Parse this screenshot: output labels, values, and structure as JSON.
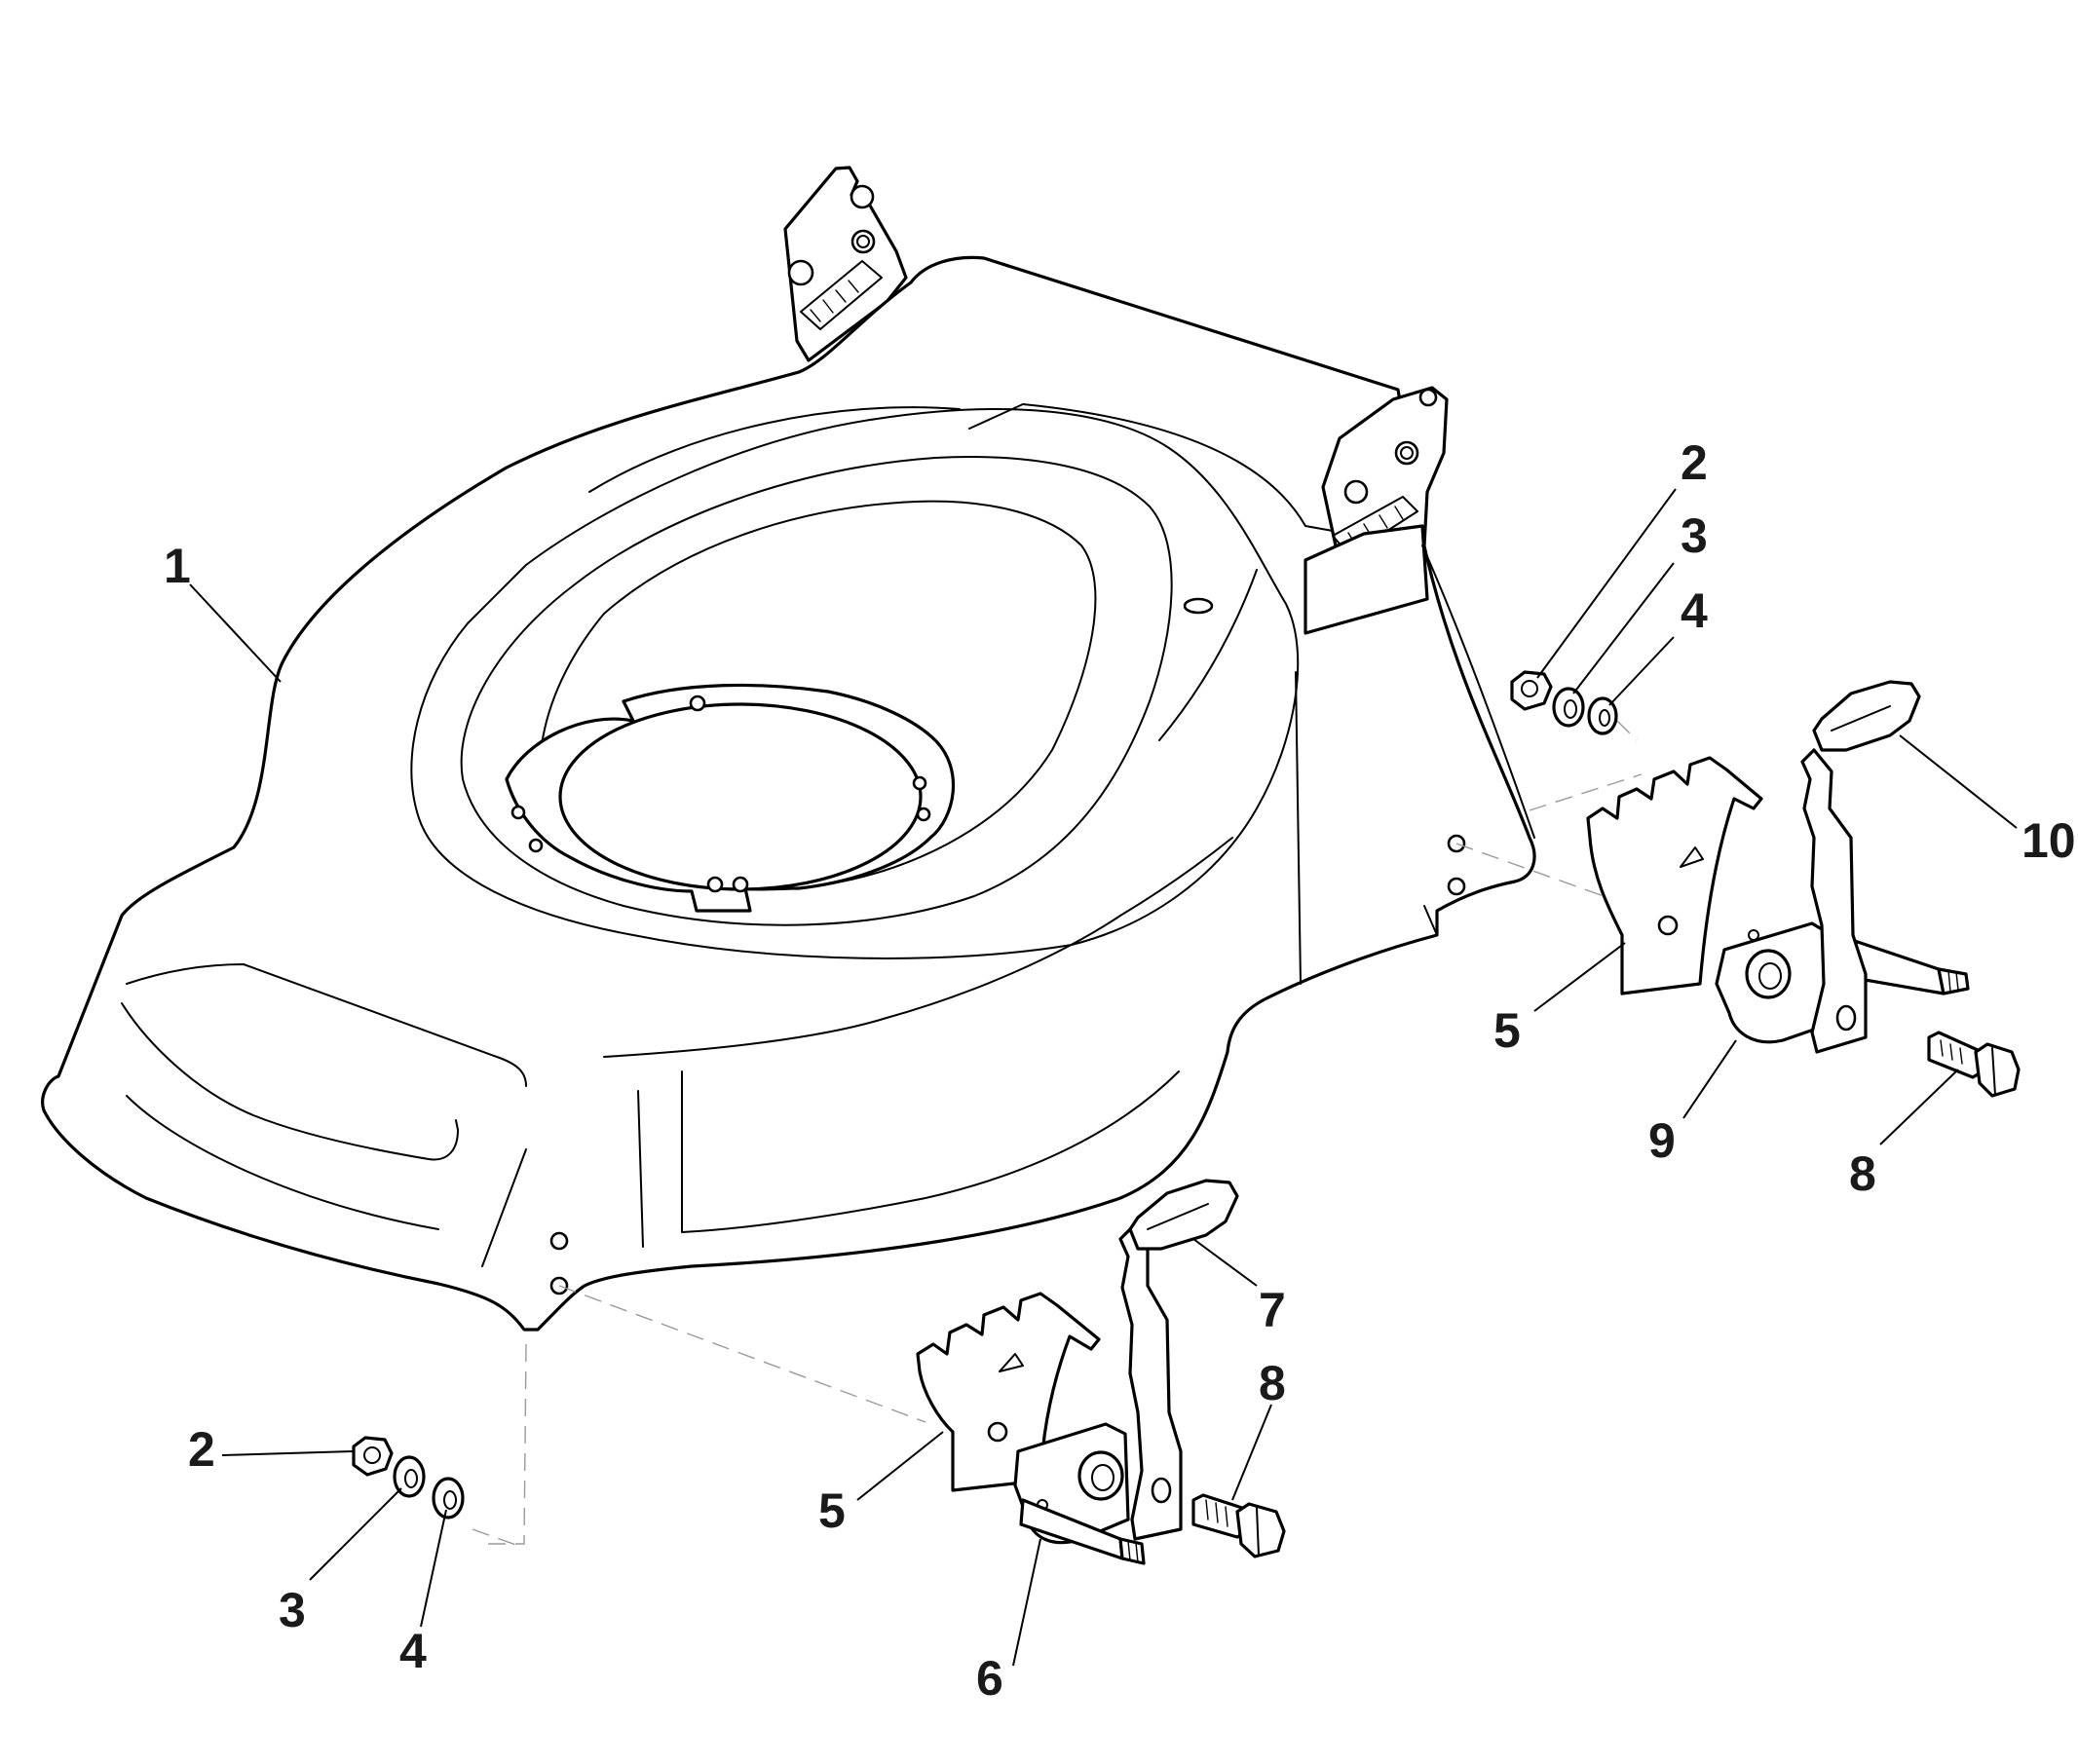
{
  "callouts": [
    {
      "id": "c1",
      "label": "1"
    },
    {
      "id": "c2a",
      "label": "2"
    },
    {
      "id": "c3a",
      "label": "3"
    },
    {
      "id": "c4a",
      "label": "4"
    },
    {
      "id": "c10",
      "label": "10"
    },
    {
      "id": "c5a",
      "label": "5"
    },
    {
      "id": "c9",
      "label": "9"
    },
    {
      "id": "c8a",
      "label": "8"
    },
    {
      "id": "c7",
      "label": "7"
    },
    {
      "id": "c8b",
      "label": "8"
    },
    {
      "id": "c5b",
      "label": "5"
    },
    {
      "id": "c2b",
      "label": "2"
    },
    {
      "id": "c3b",
      "label": "3"
    },
    {
      "id": "c4b",
      "label": "4"
    },
    {
      "id": "c6",
      "label": "6"
    }
  ]
}
